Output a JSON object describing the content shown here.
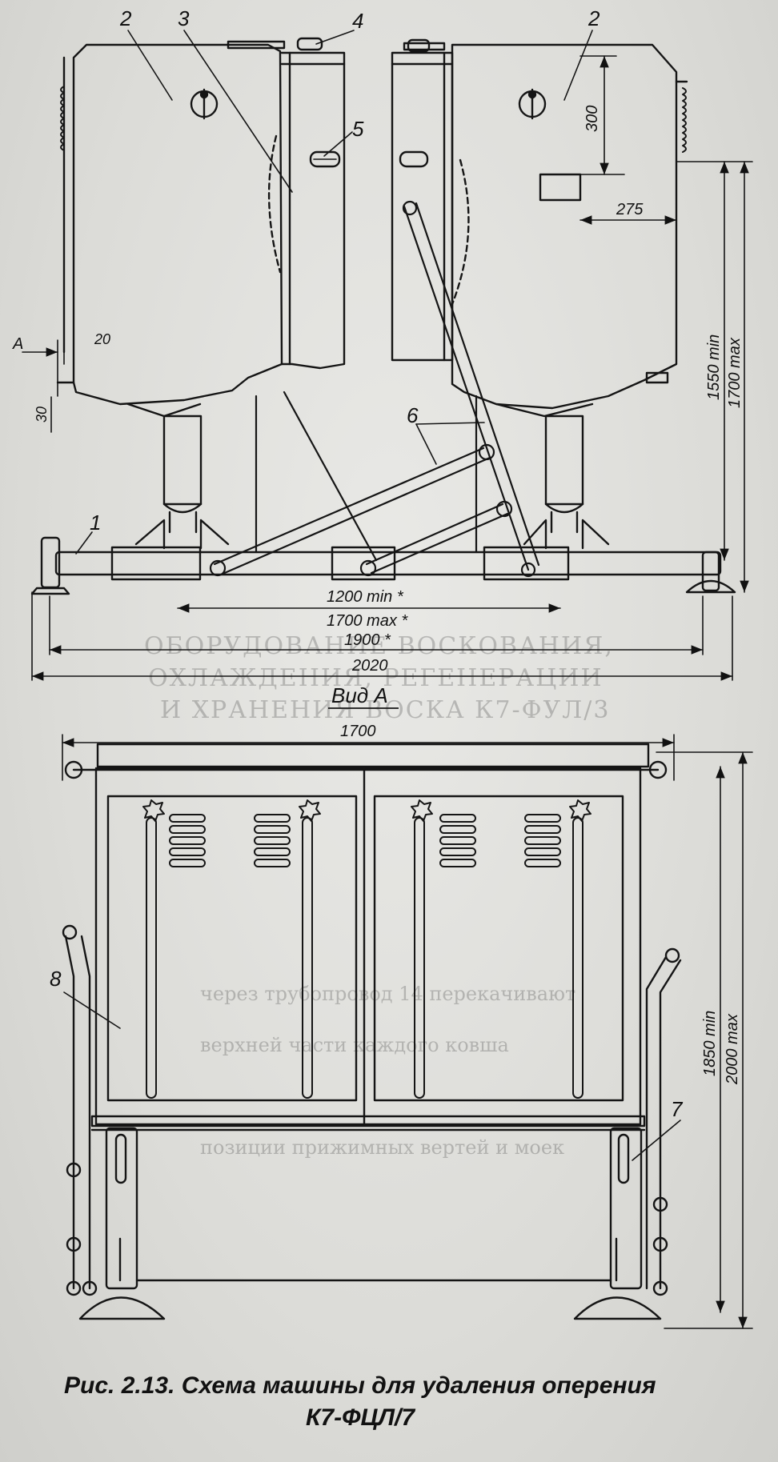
{
  "figure": {
    "caption_line1": "Рис. 2.13. Схема машины для удаления оперения",
    "caption_line2": "К7-ФЦЛ/7"
  },
  "top_view": {
    "callouts": [
      "1",
      "2",
      "3",
      "4",
      "5",
      "6",
      "2"
    ],
    "dimensions": {
      "d20": "20",
      "d30": "30",
      "d300": "300",
      "d275": "275",
      "d1550": "1550 min",
      "d1700max": "1700 max",
      "d1200": "1200 min *",
      "d1700": "1700 max *",
      "d1900": "1900 *",
      "d2020": "2020",
      "arrow_a": "A"
    }
  },
  "view_a": {
    "title": "Вид А",
    "callouts": [
      "8",
      "7"
    ],
    "dimensions": {
      "d1700": "1700",
      "d1850": "1850 min",
      "d2000": "2000 max"
    }
  },
  "bleed_through": [
    "ОБОРУДОВАНИЕ ВОСКОВАНИЯ,",
    "ОХЛАЖДЕНИЯ, РЕГЕНЕРАЦИИ",
    "И ХРАНЕНИЯ ВОСКА К7-ФУЛ/3",
    "через трубопровод 14 перекачивают",
    "верхней части каждого ковша",
    "позиции прижимных вертей и моек"
  ]
}
